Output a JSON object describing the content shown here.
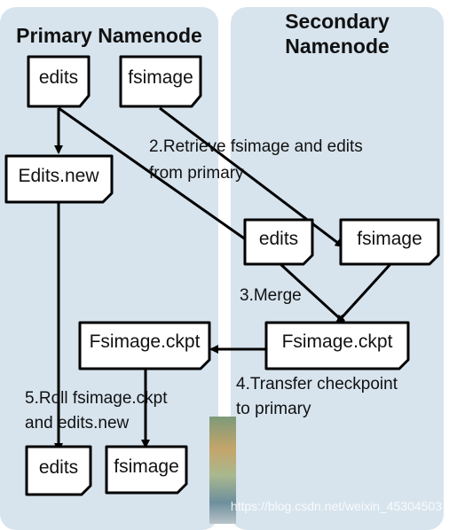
{
  "titles": {
    "primary": "Primary Namenode",
    "secondary": "Secondary\nNamenode"
  },
  "nodes": {
    "edits_top": "edits",
    "fsimage_top": "fsimage",
    "edits_new": "Edits.new",
    "edits_secondary": "edits",
    "fsimage_secondary": "fsimage",
    "fsimage_ckpt_secondary": "Fsimage.ckpt",
    "fsimage_ckpt_primary": "Fsimage.ckpt",
    "edits_bottom": "edits",
    "fsimage_bottom": "fsimage"
  },
  "steps": {
    "retrieve_line1": "2.Retrieve fsimage and edits",
    "retrieve_line2": "from primary",
    "merge": "3.Merge",
    "transfer_line1": "4.Transfer checkpoint",
    "transfer_line2": "to primary",
    "roll_line1": "5.Roll fsimage.ckpt",
    "roll_line2": "and edits.new"
  },
  "watermark": "https://blog.csdn.net/weixin_45304503",
  "colors": {
    "panel": "#d7e4ee",
    "box_fill": "#ffffff",
    "stroke": "#000000"
  }
}
